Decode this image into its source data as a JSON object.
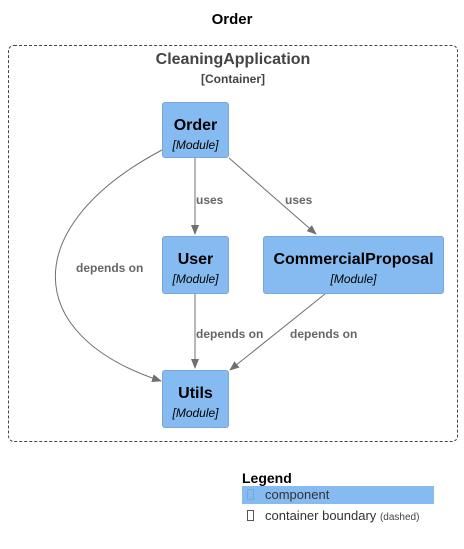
{
  "diagram": {
    "title": "Order",
    "boundary": {
      "name": "CleaningApplication",
      "type": "[Container]"
    },
    "nodes": {
      "order": {
        "name": "Order",
        "type": "[Module]"
      },
      "user": {
        "name": "User",
        "type": "[Module]"
      },
      "commercial": {
        "name": "CommercialProposal",
        "type": "[Module]"
      },
      "utils": {
        "name": "Utils",
        "type": "[Module]"
      }
    },
    "edges": {
      "order_user": "uses",
      "order_commercial": "uses",
      "order_utils": "depends on",
      "user_utils": "depends on",
      "commercial_utils": "depends on"
    },
    "colors": {
      "node_fill": "#85bbf0",
      "node_border": "#78a8d8",
      "edge": "#707070"
    }
  },
  "legend": {
    "title": "Legend",
    "items": [
      {
        "label": "component",
        "note": ""
      },
      {
        "label": "container boundary",
        "note": "(dashed)"
      }
    ]
  }
}
